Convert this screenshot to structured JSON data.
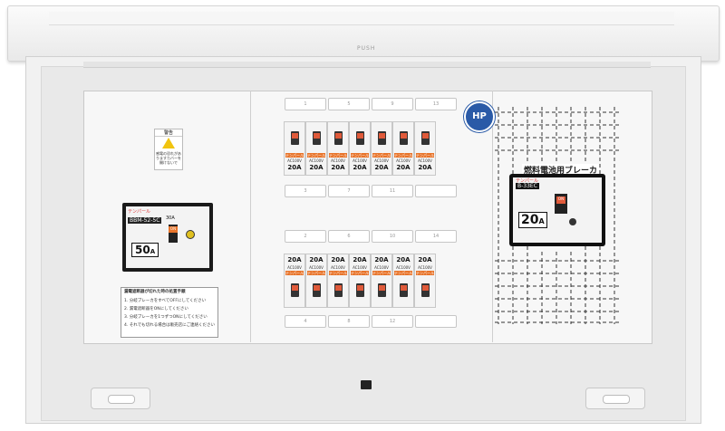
{
  "lid": {
    "push_label": "PUSH"
  },
  "warning": {
    "header": "警告",
    "text": "感電の恐れがありますカバーを開けないで"
  },
  "main_breaker": {
    "brand": "テンパール",
    "model": "BBM-52-5C",
    "rating_top": "30A",
    "amps": "50",
    "unit": "A",
    "toggle": "ON"
  },
  "instructions": {
    "title": "漏電遮断器が切れた時の処置手順",
    "lines": [
      "1. 分岐ブレーカをすべてOFFにしてください",
      "2. 漏電遮断器をONにしてください",
      "3. 分岐ブレーカを1つずつONにしてください",
      "4. それでも切れる場合は販売店にご連絡ください"
    ]
  },
  "branch_top": [
    {
      "num": "1",
      "rating": "20A",
      "volt": "AC100V"
    },
    {
      "num": "3",
      "rating": "20A",
      "volt": "AC100V"
    },
    {
      "num": "5",
      "rating": "20A",
      "volt": "AC100V"
    },
    {
      "num": "7",
      "rating": "20A",
      "volt": "AC100V"
    },
    {
      "num": "9",
      "rating": "20A",
      "volt": "AC100V"
    },
    {
      "num": "11",
      "rating": "20A",
      "volt": "AC100V"
    },
    {
      "num": "13",
      "rating": "20A",
      "volt": "AC100V"
    }
  ],
  "branch_bottom": [
    {
      "num": "2",
      "rating": "20A",
      "volt": "AC100V"
    },
    {
      "num": "4",
      "rating": "20A",
      "volt": "AC100V"
    },
    {
      "num": "6",
      "rating": "20A",
      "volt": "AC100V"
    },
    {
      "num": "8",
      "rating": "20A",
      "volt": "AC100V"
    },
    {
      "num": "10",
      "rating": "20A",
      "volt": "AC100V"
    },
    {
      "num": "12",
      "rating": "20A",
      "volt": "AC100V"
    },
    {
      "num": "14",
      "rating": "20A",
      "volt": "AC100V"
    }
  ],
  "brand_tag": "テンパール",
  "fuel_cell": {
    "title": "燃料電池用ブレーカ",
    "brand": "テンパール",
    "model": "B-33EC",
    "amps": "20",
    "unit": "A",
    "toggle": "ON"
  },
  "hp_badge": "HP"
}
